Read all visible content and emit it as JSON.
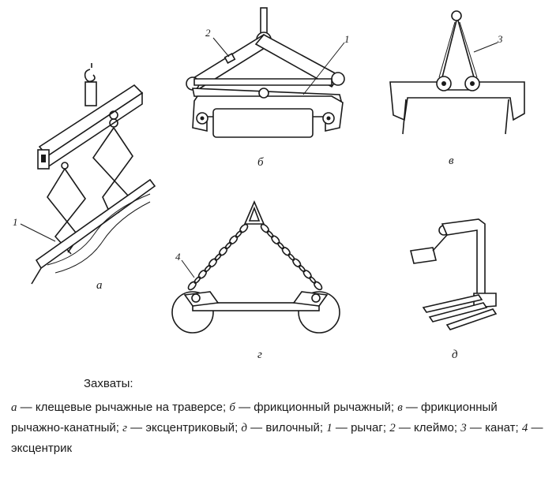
{
  "figure": {
    "labels": {
      "a": "а",
      "b": "б",
      "v": "в",
      "g": "г",
      "d": "д"
    },
    "callouts": {
      "a_1": "1",
      "b_1": "1",
      "b_2": "2",
      "v_3": "3",
      "g_4": "4"
    }
  },
  "caption": {
    "title": "Захваты:",
    "items": [
      {
        "key": "а",
        "text": "клещевые рычажные на траверсе"
      },
      {
        "key": "б",
        "text": "фрикционный рычажный"
      },
      {
        "key": "в",
        "text": "фрикционный рычажно-канатный"
      },
      {
        "key": "г",
        "text": "эксцентриковый"
      },
      {
        "key": "д",
        "text": "вилочный"
      },
      {
        "key": "1",
        "text": "рычаг"
      },
      {
        "key": "2",
        "text": "клеймо"
      },
      {
        "key": "3",
        "text": "канат"
      },
      {
        "key": "4",
        "text": "эксцентрик"
      }
    ]
  }
}
